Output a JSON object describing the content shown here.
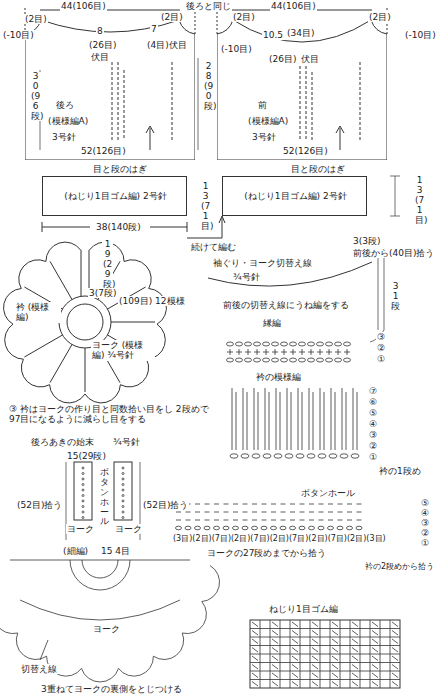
{
  "diagram": {
    "nodes": [
      {
        "text": [
          "後ろ",
          "(模様編A)",
          "3号針"
        ]
      },
      {
        "text": [
          "前",
          "(模様編A)",
          "3号針"
        ]
      },
      {
        "text": [
          "(ねじり1目ゴム編) 2号針"
        ]
      },
      {
        "text": [
          "(ねじり1目ゴム編) 2号針"
        ]
      },
      {
        "text": [
          "衿 (模様編)",
          "ヨーク (模様編) ¾号針"
        ]
      }
    ],
    "labels": [
      "44(106目)",
      "後ろと同じ",
      "44(106目)",
      "(2目)",
      "(-10目)",
      "8",
      "(26目)",
      "伏目",
      "7",
      "(2目)",
      "(4目)伏目",
      "(2目)",
      "(-10目)",
      "10.5",
      "(34目)",
      "(26目)",
      "伏目",
      "(2目)",
      "(-10目)",
      "28(90段)",
      "30(96段)",
      "52(126目)",
      "52(126目)",
      "目と段のはぎ",
      "目と段のはぎ",
      "13(71目)",
      "13(71目)",
      "38(140段)",
      "続けて編む",
      "19(29段)",
      "3(7段)",
      "(109目) 12模様",
      "③ 衿はヨークの作り目と同数拾い目をし 2段めで97目になるように減らし目をする",
      "後ろあきの始末",
      "¾号針",
      "15(29段)",
      "ボタンホール",
      "(52目)拾う",
      "(52目)拾う",
      "ヨーク",
      "ヨーク",
      "(細編)",
      "15 4目",
      "切替え線",
      "ヨーク",
      "3重ねてヨークの裏側をとじつける",
      "袖ぐり・ヨーク切替え線",
      "¾号針",
      "3(3段)",
      "前後から(40目)拾う",
      "31段",
      "前後の切替え線にうね編をする",
      "縁編",
      "③",
      "②",
      "①",
      "衿の模様編",
      "⑦",
      "⑥",
      "⑤",
      "④",
      "③",
      "②",
      "①",
      "衿の1段め",
      "ボタンホール",
      "⑤",
      "④",
      "③",
      "②",
      "①",
      "(3目)(2目)(7目)(2目)(7目)(2目)(7目)(2目)(7目)(2目)(3目)",
      "ヨークの27段めまでから拾う",
      "衿の2段めから拾う",
      "ねじり1目ゴム編"
    ]
  }
}
